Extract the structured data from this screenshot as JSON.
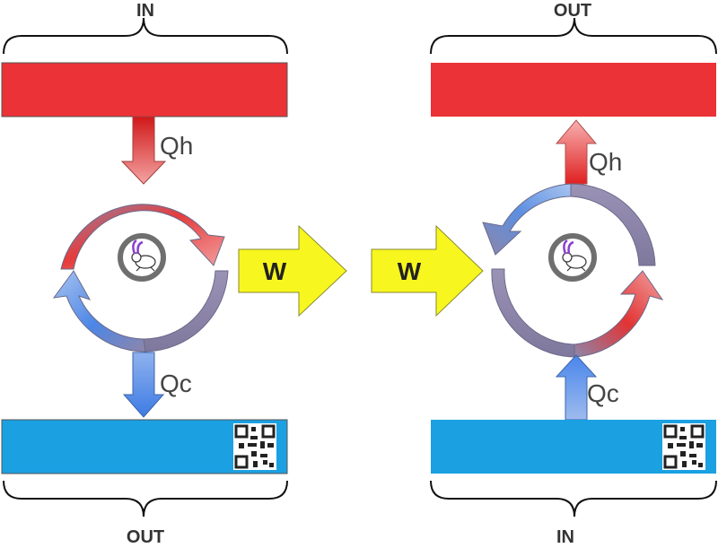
{
  "left_engine": {
    "top_label": "IN",
    "bottom_label": "OUT",
    "heat_label": "Qh",
    "cold_label": "Qc",
    "work_label": "W"
  },
  "right_engine": {
    "top_label": "OUT",
    "bottom_label": "IN",
    "heat_label": "Qh",
    "cold_label": "Qc",
    "work_label": "W"
  },
  "colors": {
    "hot_reservoir": "#ea3237",
    "cold_reservoir": "#1ba0e2",
    "work_arrow": "#f7f71f",
    "cycle_warm": "#e84a4a",
    "cycle_cool": "#5b8fe0",
    "cycle_neutral": "#8e86aa",
    "logo_ring": "#6f6f6f",
    "logo_accent": "#8a3fd0"
  },
  "icons": [
    "rabbit-logo-icon",
    "qr-code-icon"
  ]
}
